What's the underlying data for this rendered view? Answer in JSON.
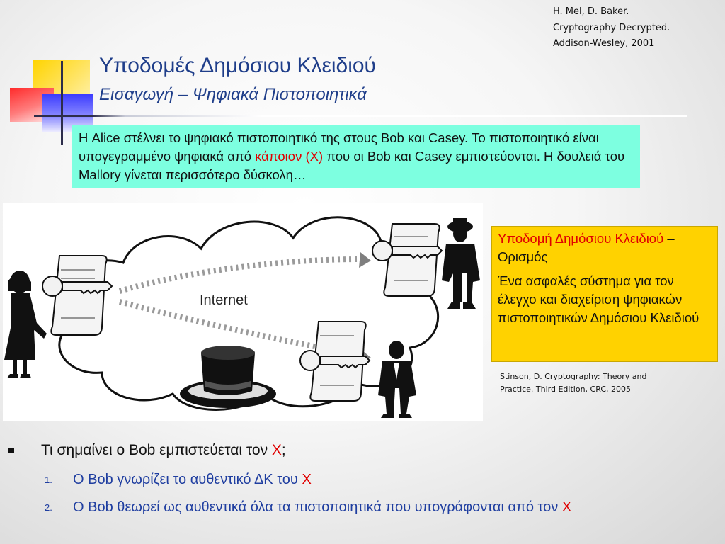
{
  "citation": {
    "line1": "H. Mel, D. Baker.",
    "line2": "Cryptography Decrypted.",
    "line3": "Addison-Wesley, 2001"
  },
  "title": "Υποδομές Δημόσιου Κλειδιού",
  "subtitle": "Εισαγωγή – Ψηφιακά Πιστοποιητικά",
  "cyan_box": {
    "part1": "Η Alice στέλνει το ψηφιακό πιστοποιητικό της στους Bob και Casey. Το πιστοποιητικό είναι υπογεγραμμένο ψηφιακά από ",
    "highlight": "κάποιον (Χ)",
    "part2": " που οι Bob και Casey εμπιστεύονται. Η δουλειά του Mallory γίνεται περισσότερο δύσκολη…"
  },
  "illustration": {
    "internet_label": "Internet"
  },
  "definition": {
    "heading": "Υποδομή Δημόσιου Κλειδιού",
    "dash": " –",
    "heading_rest": "Ορισμός",
    "body": "Ένα ασφαλές σύστημα για τον έλεγχο και διαχείριση ψηφιακών πιστοποιητικών Δημόσιου Κλειδιού"
  },
  "stinson": {
    "line1": "Stinson, D. Cryptography: Theory and",
    "line2": "Practice. Third Edition, CRC, 2005"
  },
  "bullets": {
    "question": "Τι σημαίνει ο Bob εμπιστεύεται τον ",
    "question_x": "Χ",
    "question_end": ";",
    "items": [
      {
        "num": "1.",
        "text": "Ο Bob γνωρίζει το αυθεντικό ΔΚ του ",
        "x": "Χ"
      },
      {
        "num": "2.",
        "text": "Ο Bob θεωρεί ως αυθεντικά όλα τα πιστοποιητικά που υπογράφονται από τον ",
        "x": "Χ"
      }
    ]
  },
  "colors": {
    "title_blue": "#1f3e8a",
    "cyan_box": "#7dffe0",
    "yellow_box": "#ffd200",
    "highlight_red": "#e00000"
  }
}
